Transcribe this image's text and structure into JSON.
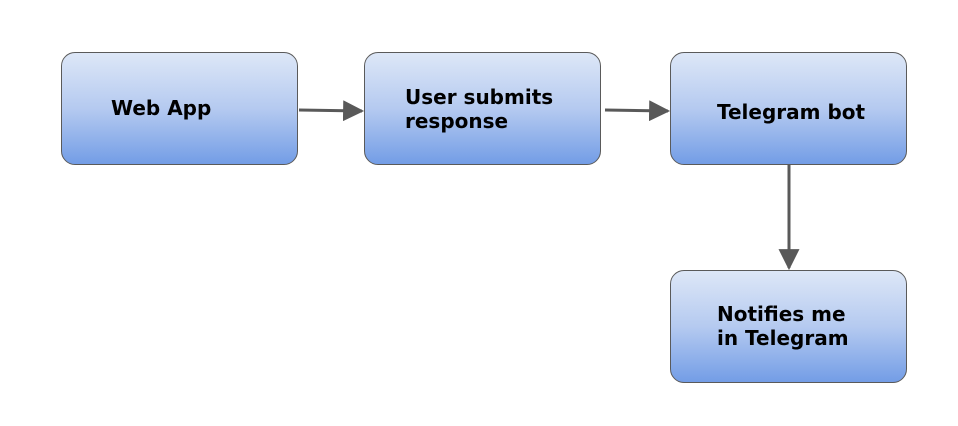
{
  "diagram": {
    "nodes": [
      {
        "id": "web-app",
        "label": "Web App"
      },
      {
        "id": "user-submits",
        "label": "User submits\nresponse"
      },
      {
        "id": "telegram-bot",
        "label": "Telegram bot"
      },
      {
        "id": "notifies",
        "label": "Notifies me\nin Telegram"
      }
    ],
    "edges": [
      {
        "from": "web-app",
        "to": "user-submits"
      },
      {
        "from": "user-submits",
        "to": "telegram-bot"
      },
      {
        "from": "telegram-bot",
        "to": "notifies"
      }
    ],
    "colors": {
      "node_top": "#dde7f7",
      "node_bottom": "#739de6",
      "node_border": "#5a5a5a",
      "connector": "#595959"
    }
  }
}
